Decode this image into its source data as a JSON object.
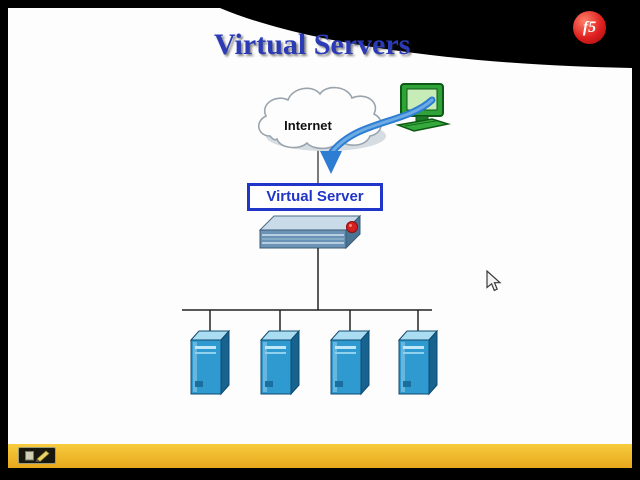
{
  "slide": {
    "title": "Virtual Servers",
    "logo_text": "f5"
  },
  "diagram": {
    "internet_label": "Internet",
    "virtual_server_label": "Virtual Server",
    "server_count": 4,
    "connections": [
      "client-computer to internet-cloud via blue arrow",
      "internet-cloud to virtual-server-box",
      "virtual-server-appliance down to server-bus",
      "server-bus to each of 4 server towers"
    ]
  },
  "icons": {
    "f5_logo": "f5-logo-icon",
    "internet_cloud": "internet-cloud-icon",
    "client_computer": "client-computer-icon",
    "traffic_arrow": "traffic-arrow-icon",
    "bigip_appliance": "bigip-appliance-icon",
    "server_tower": "server-tower-icon",
    "annotation_pen": "annotation-pen-icon",
    "mouse_cursor": "mouse-cursor-icon"
  },
  "colors": {
    "title_blue": "#2b3ab5",
    "virtual_server_blue": "#2036c8",
    "arrow_blue": "#2d7dd2",
    "f5_red": "#df1f1f",
    "bottom_bar_yellow": "#eeb52a",
    "server_front_blue": "#2f9ad0"
  }
}
